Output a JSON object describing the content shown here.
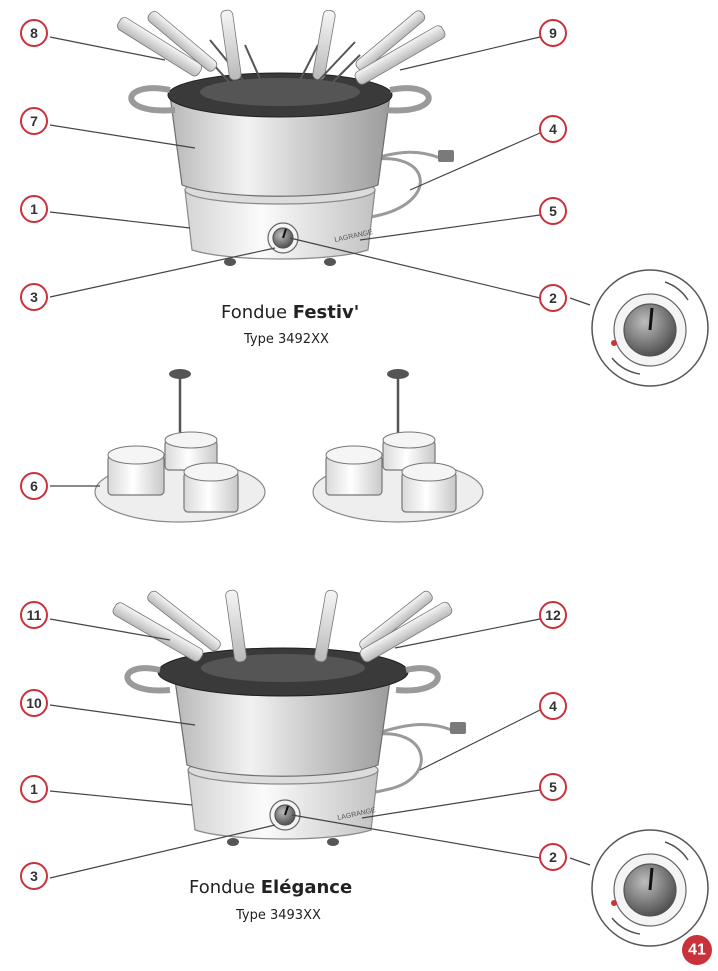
{
  "products": [
    {
      "title_prefix": "Fondue ",
      "title_bold": "Festiv'",
      "type_label": "Type 3492XX"
    },
    {
      "title_prefix": "Fondue ",
      "title_bold": "Elégance",
      "type_label": "Type 3493XX"
    }
  ],
  "callouts_top": [
    "8",
    "9",
    "7",
    "4",
    "1",
    "5",
    "3",
    "2"
  ],
  "callouts_middle": [
    "6"
  ],
  "callouts_bottom": [
    "11",
    "12",
    "10",
    "4",
    "1",
    "5",
    "3",
    "2"
  ],
  "brand_text": "LAGRANGE",
  "page_number": "41",
  "colors": {
    "callout_outline": "#c9323b",
    "page_badge": "#c9323b"
  }
}
